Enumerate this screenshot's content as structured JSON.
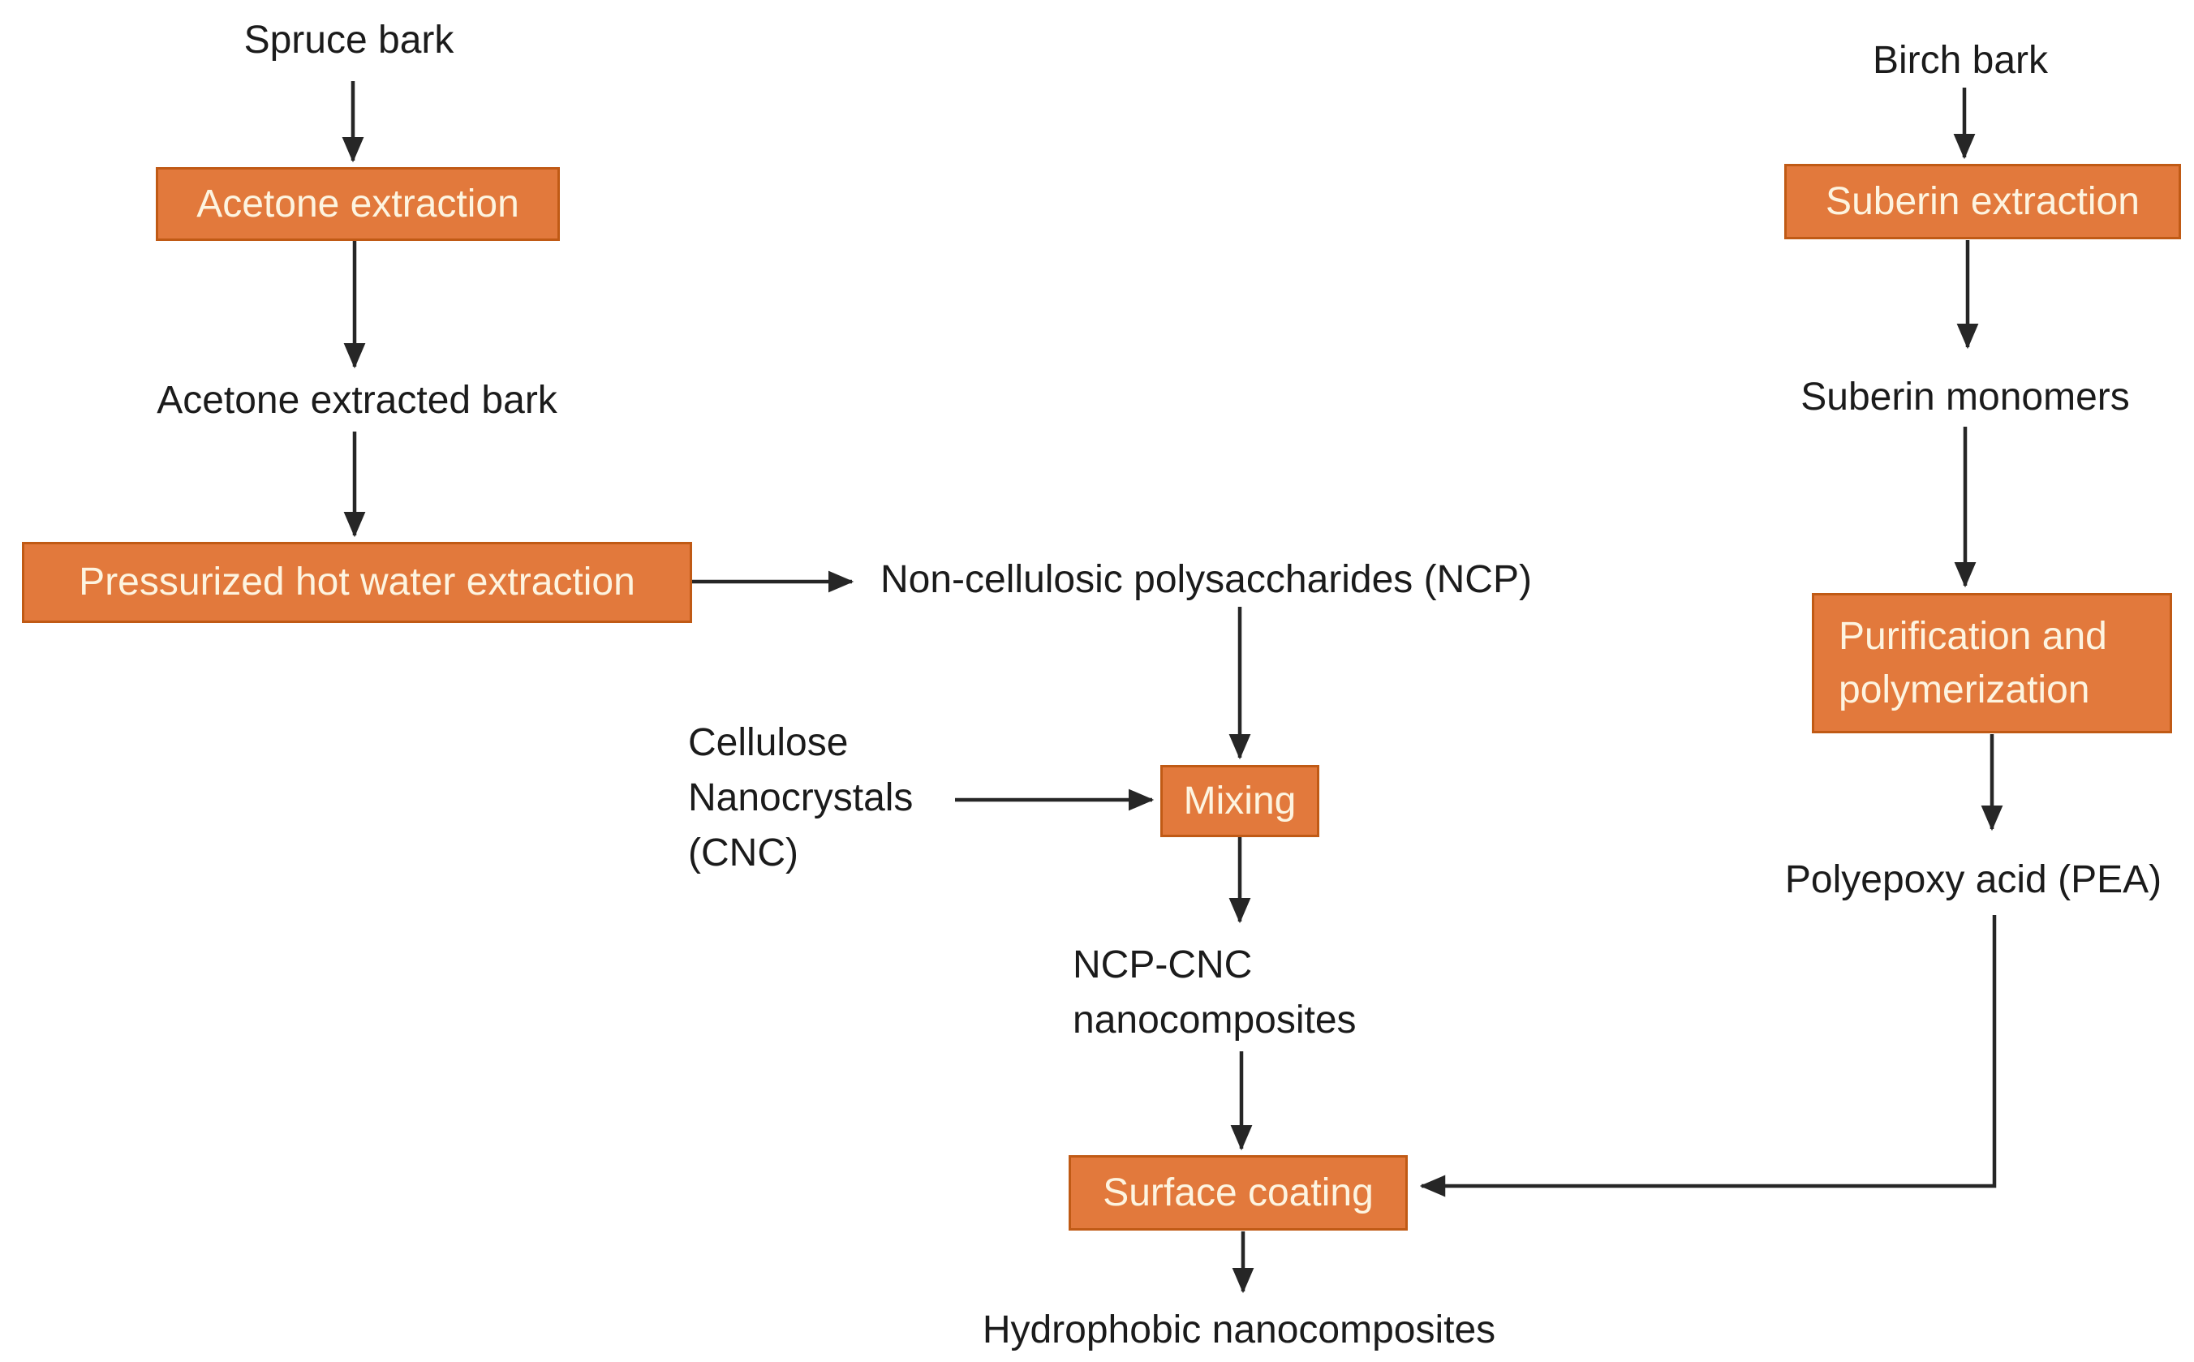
{
  "colors": {
    "background": "#ffffff",
    "box_fill": "#e2793c",
    "box_border": "#c05a15",
    "box_text": "#fdf4e0",
    "label_text": "#1b1b1b",
    "line": "#262626"
  },
  "nodes": {
    "spruce_bark": "Spruce bark",
    "acetone_extraction": "Acetone extraction",
    "acetone_extracted_bark": "Acetone extracted bark",
    "pressurized_hot_water_extraction": "Pressurized hot water extraction",
    "ncp": "Non-cellulosic polysaccharides (NCP)",
    "cnc": "Cellulose\nNanocrystals\n(CNC)",
    "mixing": "Mixing",
    "ncp_cnc": "NCP-CNC\nnanocomposites",
    "surface_coating": "Surface coating",
    "hydrophobic_nanocomposites": "Hydrophobic nanocomposites",
    "birch_bark": "Birch bark",
    "suberin_extraction": "Suberin extraction",
    "suberin_monomers": "Suberin monomers",
    "purification_and_polymerization": "Purification and\npolymerization",
    "polyepoxy_acid": "Polyepoxy acid (PEA)"
  }
}
